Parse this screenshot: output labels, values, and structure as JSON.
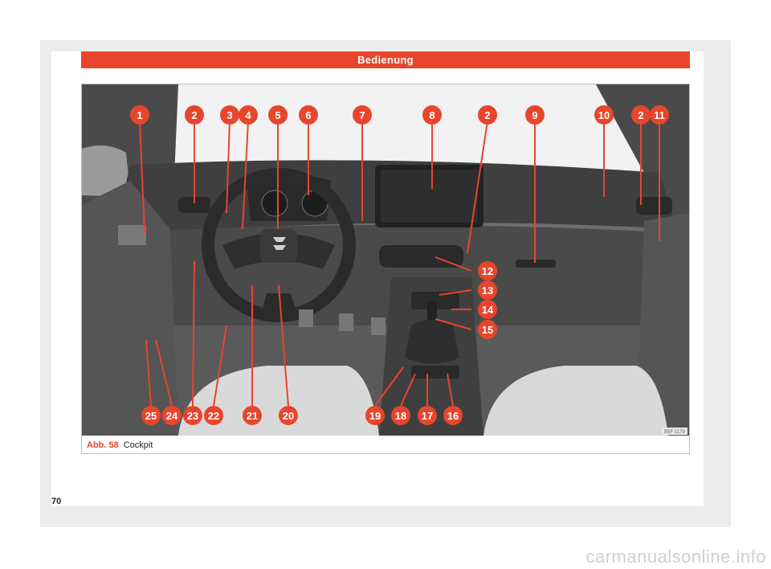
{
  "header": {
    "title": "Bedienung"
  },
  "figure": {
    "caption_label": "Abb. 58",
    "caption_text": "Cockpit",
    "image_code": "B5F-1179",
    "callouts": [
      "1",
      "2",
      "3",
      "4",
      "5",
      "6",
      "7",
      "8",
      "2",
      "9",
      "10",
      "2",
      "11",
      "12",
      "13",
      "14",
      "15",
      "25",
      "24",
      "23",
      "22",
      "21",
      "20",
      "19",
      "18",
      "17",
      "16"
    ]
  },
  "page": {
    "number": "70"
  },
  "watermark": {
    "text": "carmanualsonline.info"
  },
  "colors": {
    "accent": "#e8452c",
    "dash_dark": "#3a3a3a",
    "dash_mid": "#5a5a5a",
    "seat_light": "#d9d9d9"
  }
}
